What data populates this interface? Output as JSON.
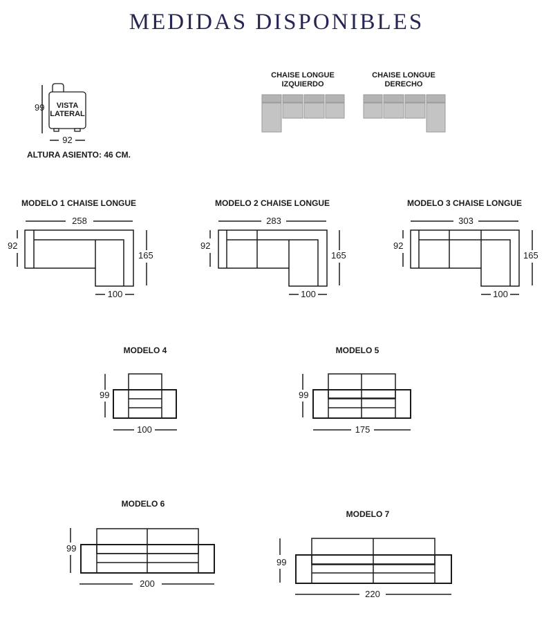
{
  "title": "MEDIDAS DISPONIBLES",
  "side_view": {
    "label_line1": "VISTA",
    "label_line2": "LATERAL",
    "height": "99",
    "width": "92",
    "seat_height": "ALTURA ASIENTO: 46 CM."
  },
  "chaise_options": {
    "left_line1": "CHAISE LONGUE",
    "left_line2": "IZQUIERDO",
    "right_line1": "CHAISE LONGUE",
    "right_line2": "DERECHO"
  },
  "models": [
    {
      "name": "MODELO 1 CHAISE LONGUE",
      "width": "258",
      "depth": "92",
      "chaise_depth": "165",
      "chaise_width": "100"
    },
    {
      "name": "MODELO 2 CHAISE LONGUE",
      "width": "283",
      "depth": "92",
      "chaise_depth": "165",
      "chaise_width": "100"
    },
    {
      "name": "MODELO 3 CHAISE LONGUE",
      "width": "303",
      "depth": "92",
      "chaise_depth": "165",
      "chaise_width": "100"
    },
    {
      "name": "MODELO 4",
      "height": "99",
      "width": "100"
    },
    {
      "name": "MODELO 5",
      "height": "99",
      "width": "175"
    },
    {
      "name": "MODELO 6",
      "height": "99",
      "width": "200"
    },
    {
      "name": "MODELO 7",
      "height": "99",
      "width": "220"
    }
  ]
}
